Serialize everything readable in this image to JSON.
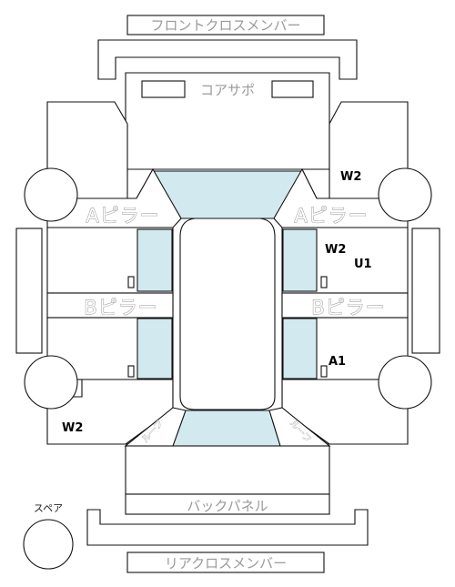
{
  "labels": {
    "front_cross_member": "フロントクロスメンバー",
    "core_support": "コアサポ",
    "a_pillar_left": "Aピラー",
    "a_pillar_right": "Aピラー",
    "b_pillar_left": "Bピラー",
    "b_pillar_right": "Bピラー",
    "back_panel": "バックパネル",
    "rear_cross_member": "リアクロスメンバー",
    "spare": "スペア",
    "roof_left": "ルーフ",
    "roof_right": "ルーフ"
  },
  "damage_marks": {
    "front_right_fender": "W2",
    "front_right_door_1": "W2",
    "front_right_door_2": "U1",
    "rear_right_door": "A1",
    "rear_left_quarter": "W2"
  },
  "colors": {
    "glass": "#d3e9f0",
    "outline": "#111111",
    "label_gray": "#9a9a9a"
  }
}
